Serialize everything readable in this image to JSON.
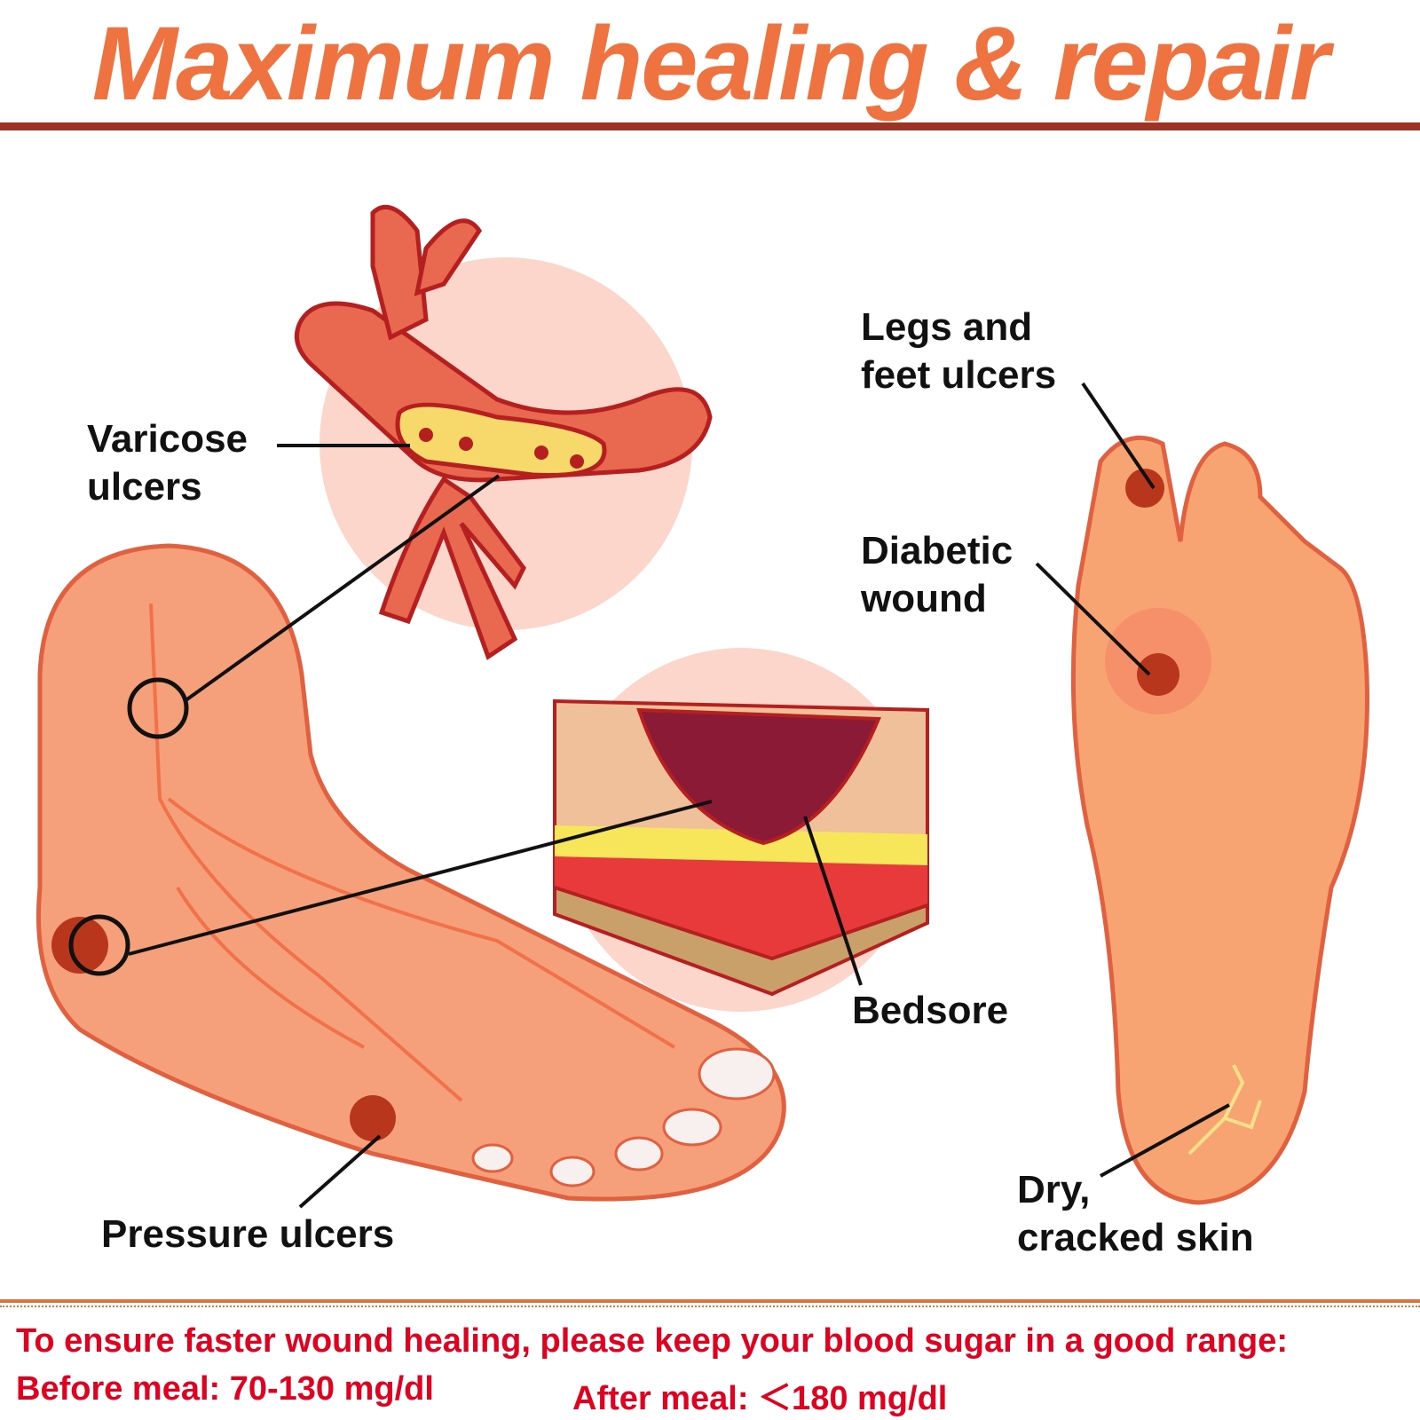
{
  "title": "Maximum healing & repair",
  "labels": {
    "varicose": "Varicose\nulcers",
    "legs_feet": "Legs and\nfeet ulcers",
    "diabetic": "Diabetic\nwound",
    "bedsore": "Bedsore",
    "pressure": "Pressure ulcers",
    "dry_skin": "Dry,\ncracked skin"
  },
  "footer": {
    "advice": "To ensure faster wound healing, please keep your blood sugar in a good range:",
    "before_meal": "Before meal: 70-130 mg/dl",
    "after_meal": "After meal: ＜180 mg/dl"
  },
  "colors": {
    "title": "#ee7340",
    "rule": "#9c3324",
    "footer_text": "#e00020",
    "skin": "#f5a07a"
  }
}
